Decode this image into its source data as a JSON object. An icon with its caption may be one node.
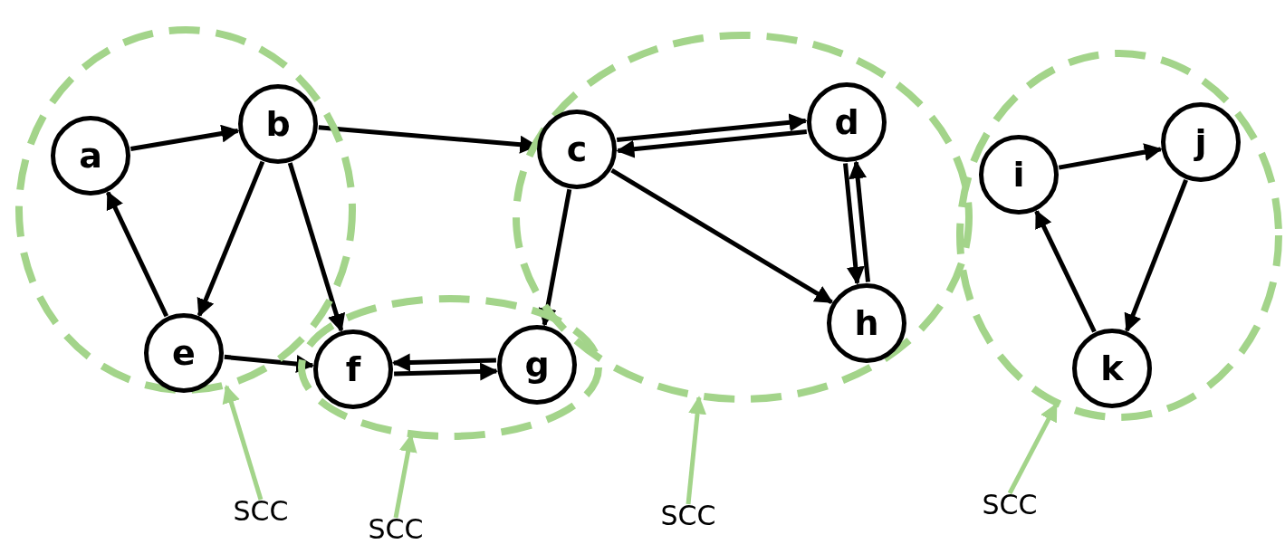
{
  "diagram": {
    "nodes": [
      {
        "text": [],
        "shape": "ellipse"
      },
      {
        "text": [
          "a"
        ],
        "in": 0
      },
      {
        "text": [
          "b"
        ],
        "in": 0
      },
      {
        "text": [
          "e"
        ],
        "in": 0
      },
      {
        "text": [],
        "shape": "ellipse"
      },
      {
        "text": [
          "f"
        ],
        "in": 4
      },
      {
        "text": [
          "g"
        ],
        "in": 4
      },
      {
        "text": [],
        "shape": "ellipse"
      },
      {
        "text": [
          "c"
        ],
        "in": 7
      },
      {
        "text": [
          "d"
        ],
        "in": 7
      },
      {
        "text": [
          "h"
        ],
        "in": 7
      },
      {
        "text": [],
        "shape": "ellipse"
      },
      {
        "text": [
          "i"
        ],
        "in": 11
      },
      {
        "text": [
          "j"
        ],
        "in": 11
      },
      {
        "text": [
          "k"
        ],
        "in": 11
      },
      {
        "text": [
          "SCC"
        ]
      },
      {
        "text": [
          "SCC"
        ]
      },
      {
        "text": [
          "SCC"
        ]
      },
      {
        "text": [
          "SCC"
        ]
      }
    ],
    "edges": [
      {
        "from": 1,
        "to": 2,
        "arrow": "to"
      },
      {
        "from": 2,
        "to": 8,
        "arrow": "to"
      },
      {
        "from": 2,
        "to": 3,
        "arrow": "to"
      },
      {
        "from": 2,
        "to": 5,
        "arrow": "to"
      },
      {
        "from": 3,
        "to": 1,
        "arrow": "to"
      },
      {
        "from": 3,
        "to": 5,
        "arrow": "to"
      },
      {
        "from": 5,
        "to": 6,
        "arrow": "to"
      },
      {
        "from": 6,
        "to": 5,
        "arrow": "to"
      },
      {
        "from": 8,
        "to": 9,
        "arrow": "to"
      },
      {
        "from": 9,
        "to": 8,
        "arrow": "to"
      },
      {
        "from": 8,
        "to": 6,
        "arrow": "to"
      },
      {
        "from": 8,
        "to": 10,
        "arrow": "to"
      },
      {
        "from": 9,
        "to": 10,
        "arrow": "to"
      },
      {
        "from": 10,
        "to": 9,
        "arrow": "to"
      },
      {
        "from": 12,
        "to": 13,
        "arrow": "to"
      },
      {
        "from": 13,
        "to": 14,
        "arrow": "to"
      },
      {
        "from": 14,
        "to": 12,
        "arrow": "to"
      },
      {
        "from": 15,
        "to": 0,
        "arrow": "to",
        "color": "#a3d48a"
      },
      {
        "from": 16,
        "to": 4,
        "arrow": "to",
        "color": "#a3d48a"
      },
      {
        "from": 17,
        "to": 7,
        "arrow": "to",
        "color": "#a3d48a"
      },
      {
        "from": 18,
        "to": 11,
        "arrow": "to",
        "color": "#a3d48a"
      }
    ]
  }
}
